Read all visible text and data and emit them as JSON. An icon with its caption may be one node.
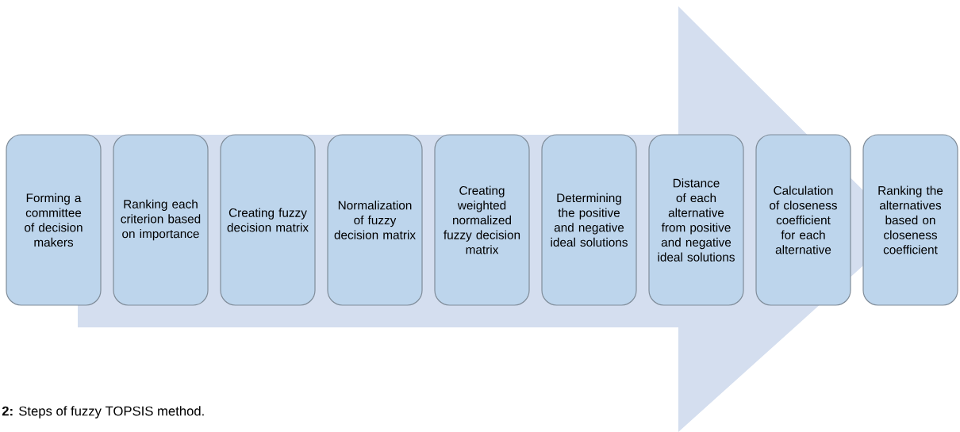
{
  "diagram": {
    "caption": "**2:** Steps of fuzzy TOPSIS method.",
    "nodes": [
      {
        "text": [
          "Forming a committee of decision makers"
        ]
      },
      {
        "text": [
          "Ranking each criterion based on importance"
        ]
      },
      {
        "text": [
          "Creating fuzzy decision matrix"
        ]
      },
      {
        "text": [
          "Normalization of fuzzy decision matrix"
        ]
      },
      {
        "text": [
          "Creating weighted normalized fuzzy decision matrix"
        ]
      },
      {
        "text": [
          "Determining the positive and negative ideal solutions"
        ]
      },
      {
        "text": [
          "Distance of each alternative from positive and negative ideal solutions"
        ]
      },
      {
        "text": [
          "Calculation of closeness coefficient for each alternative"
        ]
      },
      {
        "text": [
          "Ranking the alternatives based on closeness coefficient"
        ]
      }
    ],
    "edges": [
      {
        "from": 0,
        "to": 8,
        "arrow": "to"
      }
    ]
  }
}
